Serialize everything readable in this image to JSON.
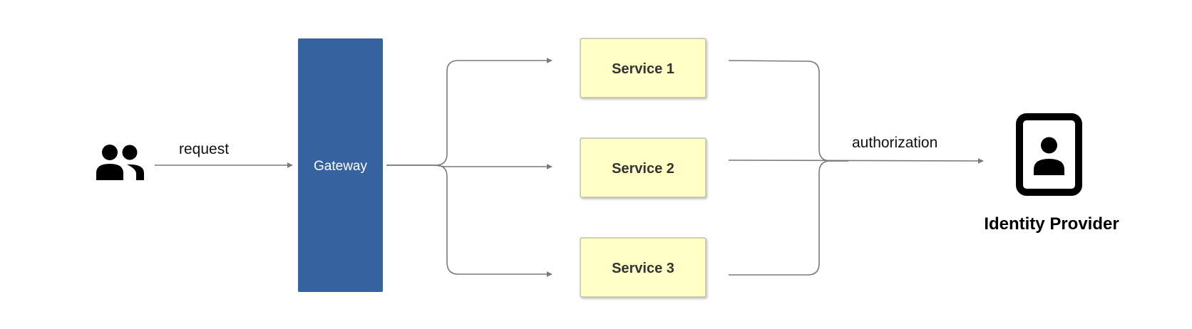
{
  "nodes": {
    "users": {
      "icon": "users-icon"
    },
    "gateway": {
      "label": "Gateway"
    },
    "services": [
      {
        "label": "Service 1"
      },
      {
        "label": "Service 2"
      },
      {
        "label": "Service 3"
      }
    ],
    "identity_provider": {
      "icon": "identity-badge-icon",
      "label": "Identity Provider"
    }
  },
  "edges": {
    "request_label": "request",
    "authorization_label": "authorization"
  },
  "colors": {
    "gateway_fill": "#3762A0",
    "service_fill": "#FFFFC6",
    "service_stroke": "#B5B5A0",
    "connector": "#7A7A7A",
    "icon": "#000000"
  }
}
